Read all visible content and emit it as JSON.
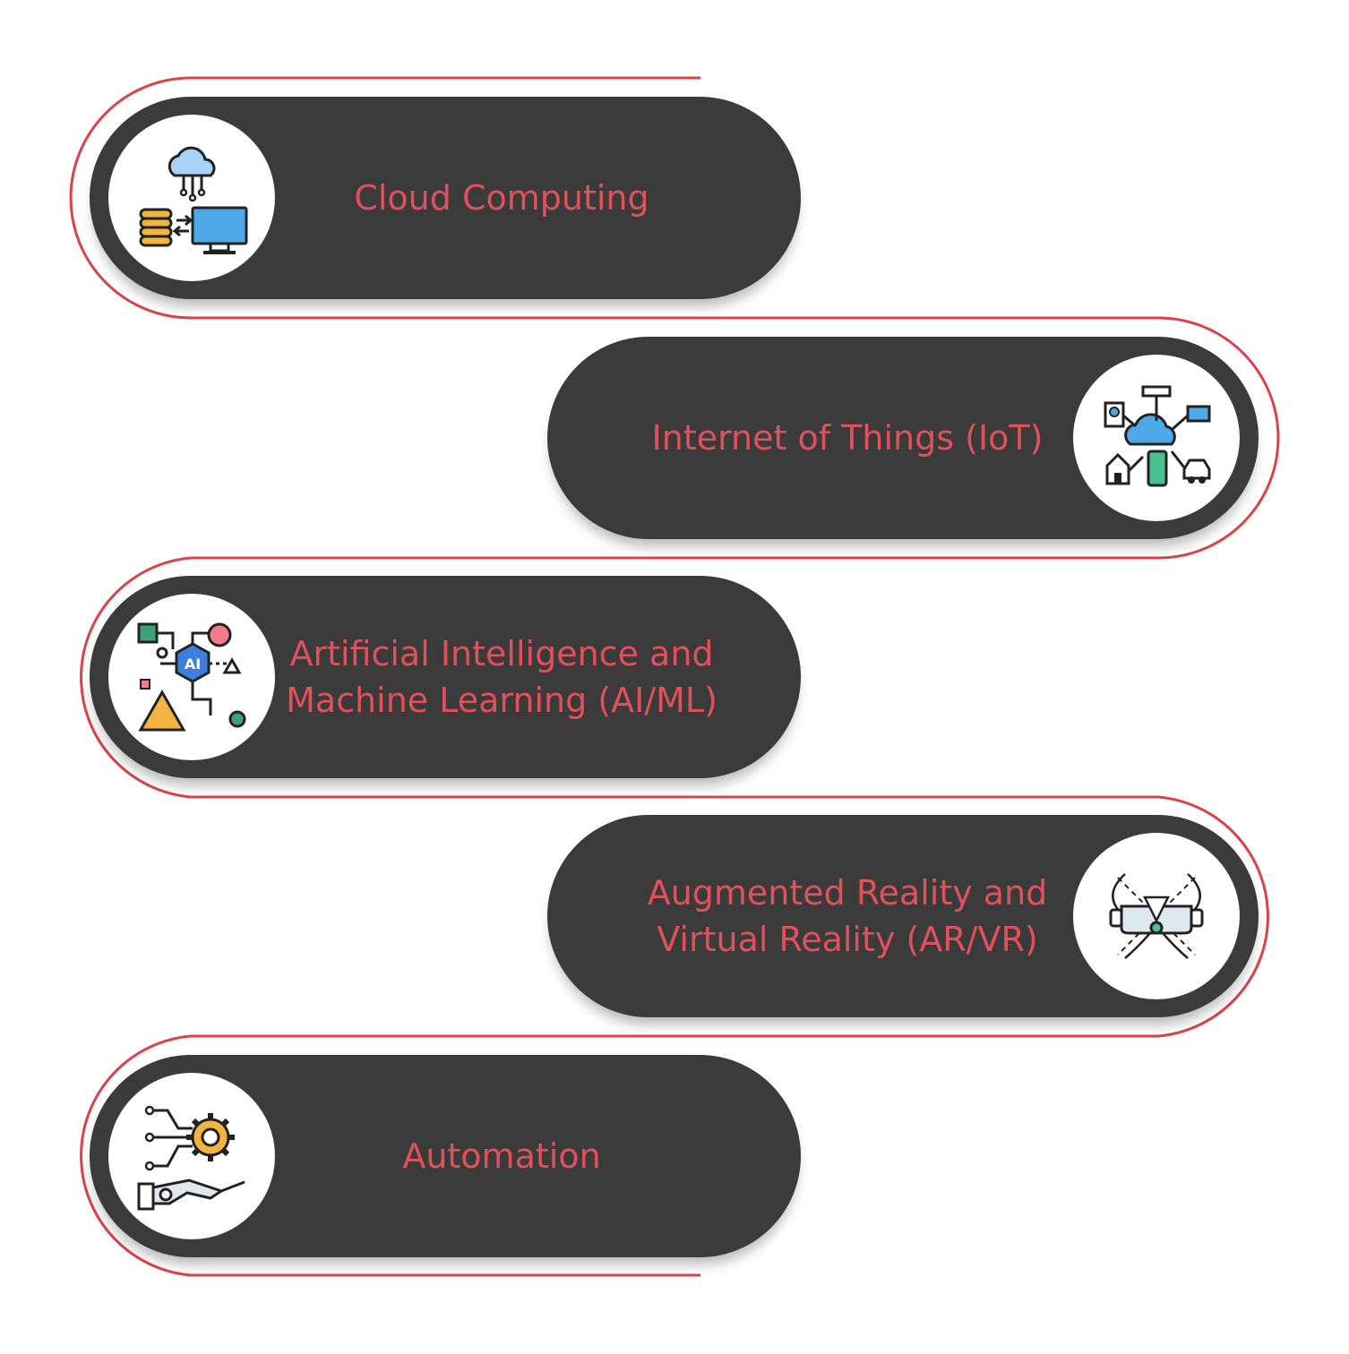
{
  "colors": {
    "pill": "#3b3b3b",
    "accent": "#e0515a",
    "connector": "#d9434a",
    "icon_bg": "#ffffff"
  },
  "steps": [
    {
      "lines": [
        "Cloud Computing"
      ],
      "icon": "cloud-computing-icon"
    },
    {
      "lines": [
        "Internet of Things (IoT)"
      ],
      "icon": "iot-network-icon"
    },
    {
      "lines": [
        "Artificial Intelligence and",
        "Machine Learning (AI/ML)"
      ],
      "icon": "ai-chip-icon"
    },
    {
      "lines": [
        "Augmented Reality and",
        "Virtual Reality (AR/VR)"
      ],
      "icon": "vr-headset-icon"
    },
    {
      "lines": [
        "Automation"
      ],
      "icon": "robot-arm-gear-icon"
    }
  ]
}
